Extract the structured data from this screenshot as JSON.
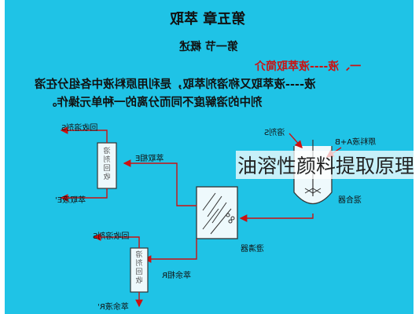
{
  "slide": {
    "chapter_title": "第五章  萃取",
    "section_title": "第一节     概述",
    "subheading": "一、液----液萃取简介",
    "body_line1": "液----液萃取又称溶剂萃取，是利用原料液中各组分在溶",
    "body_line2": "剂中的溶解度不同而分离的一种单元操作。"
  },
  "diagram": {
    "mixer_solvent": "溶剂S",
    "mixer_feed": "原料液A+B",
    "mixer_label": "混合器",
    "settler_label": "澄清器",
    "upper_recovered": "回收溶剂S",
    "upper_extract_phase": "萃取相E",
    "upper_column": "溶剂回收",
    "upper_extract_liquid": "萃取液E'",
    "lower_recovered": "回收溶剂S",
    "lower_raffinate_phase": "萃余相R",
    "lower_column": "溶剂回收",
    "lower_raffinate_liquid": "萃余液R'"
  },
  "colors": {
    "background": "#1fc3e6",
    "arrows": "#cc1111",
    "title_text": "#111111",
    "heading_text": "#cc1111"
  },
  "watermark": "油溶性颜料提取原理"
}
